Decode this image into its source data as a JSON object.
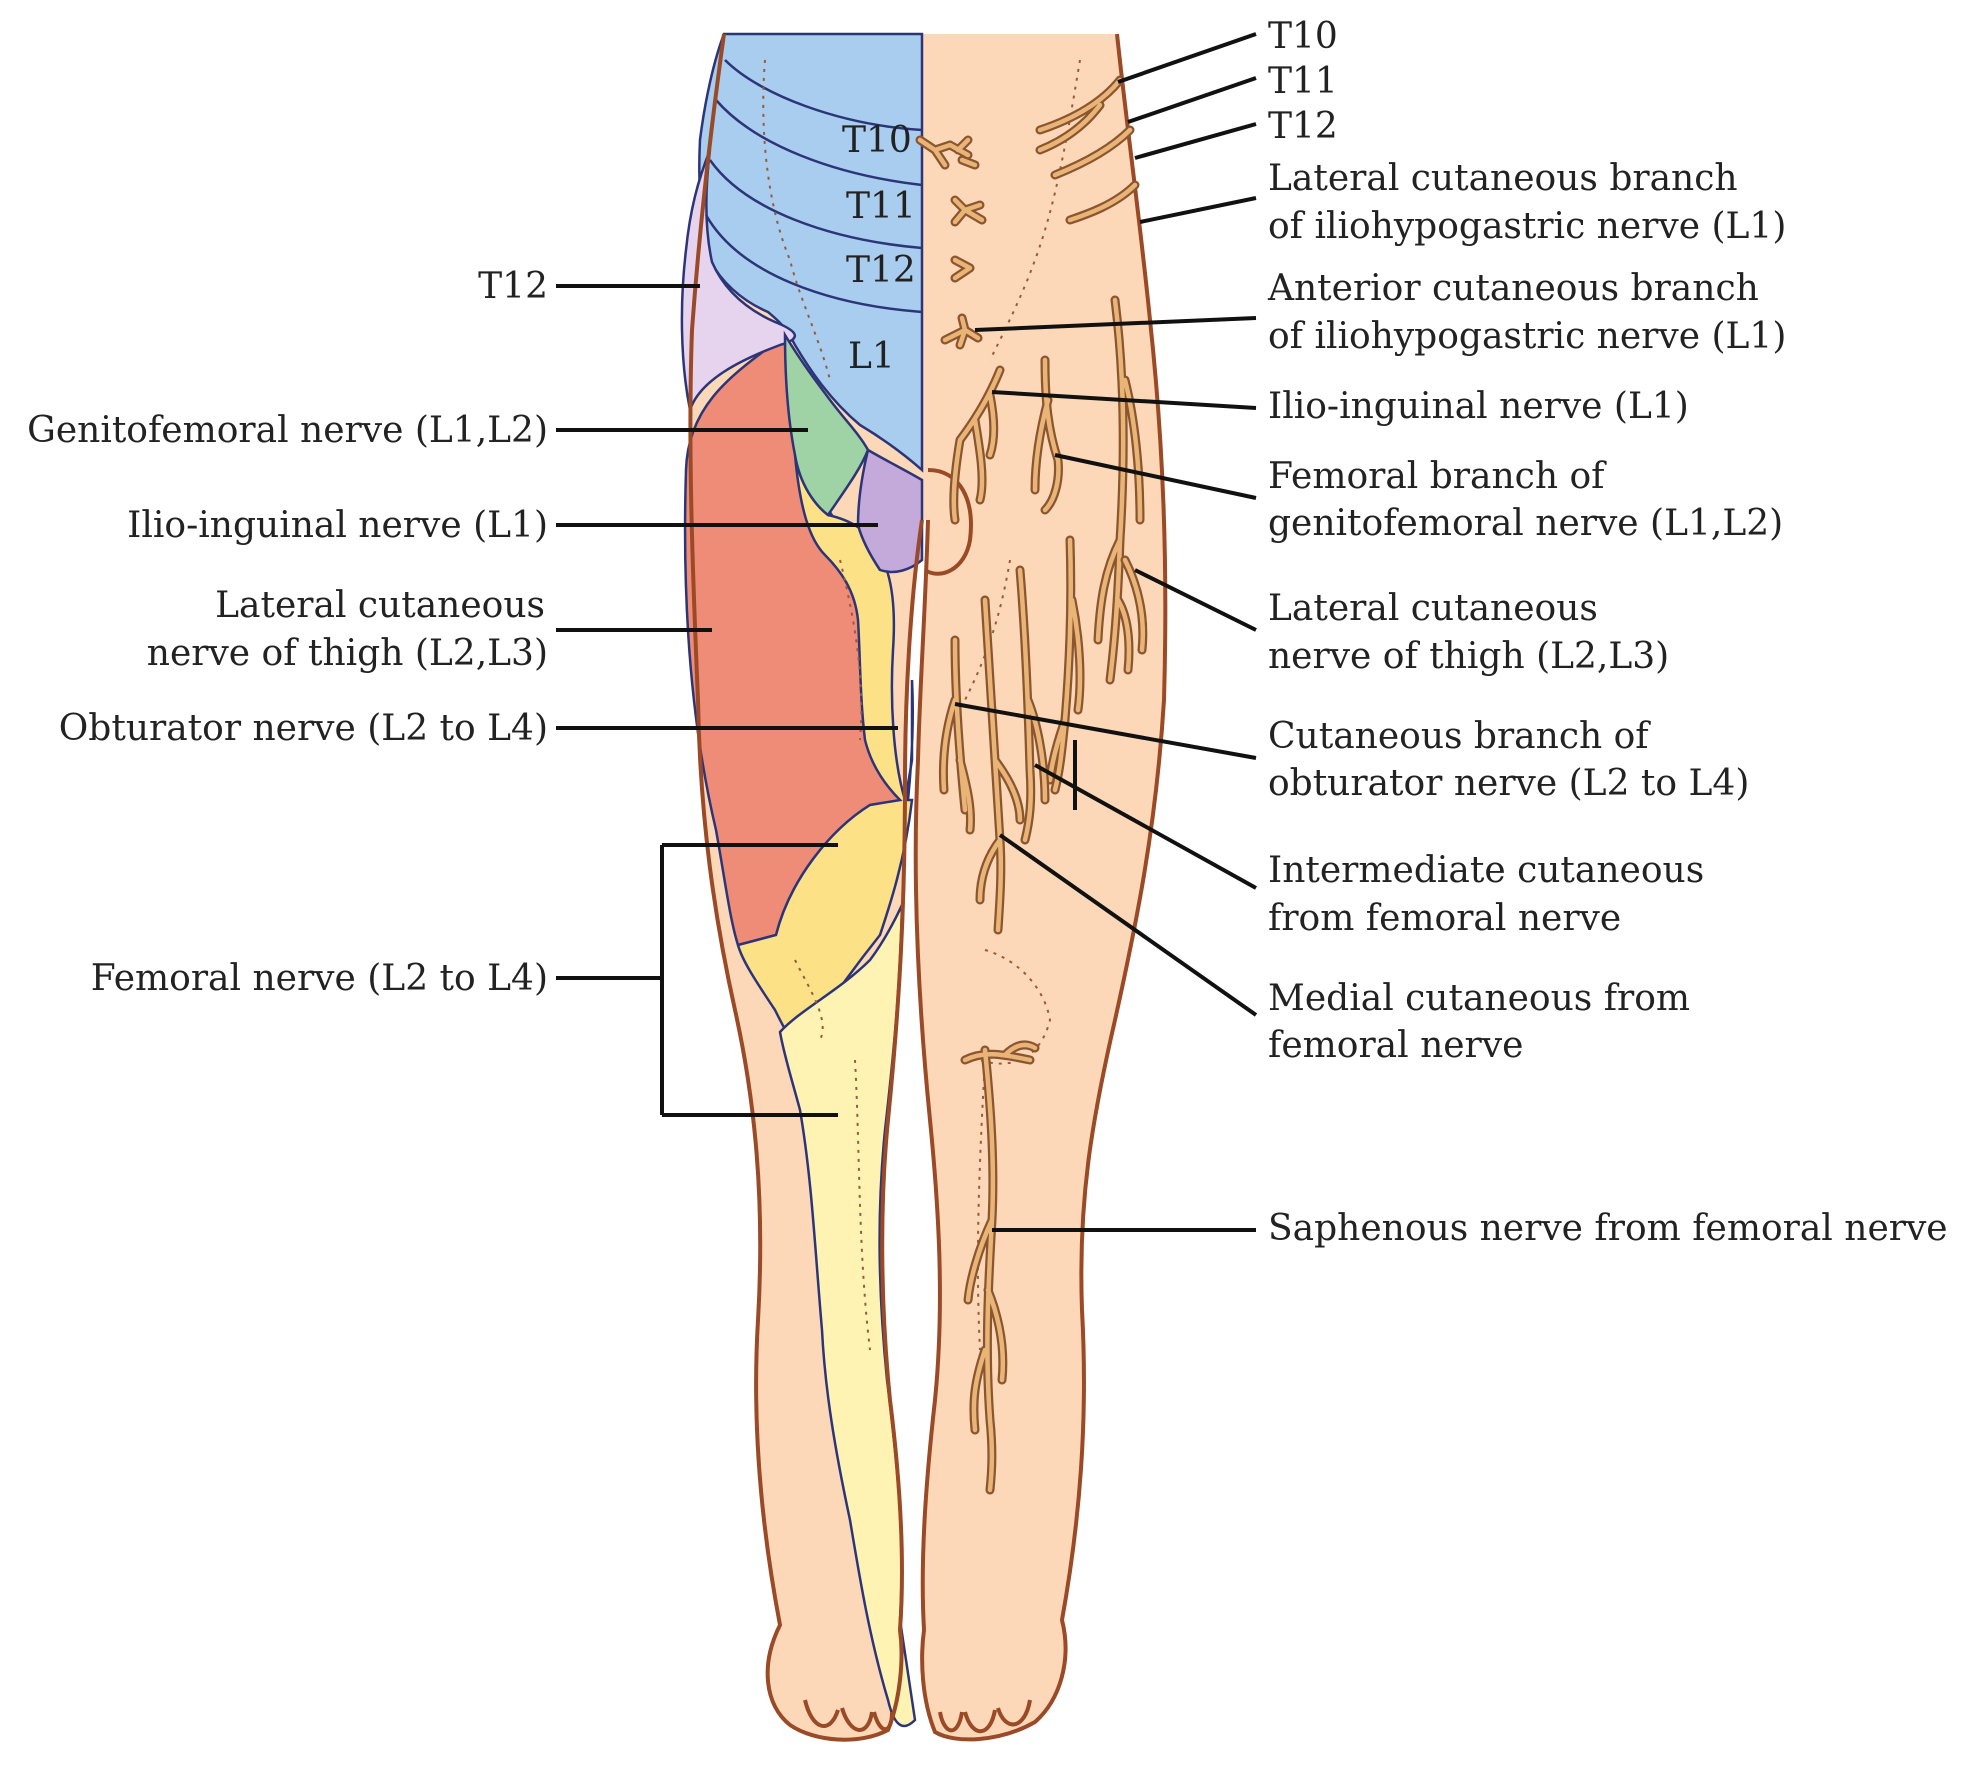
{
  "colors": {
    "skin": "#fcd8b8",
    "skin_outline": "#9a4a26",
    "thoracic_zone": "#a9cdef",
    "t12_zone": "#e6d3ee",
    "genitofemoral_zone": "#9fd3a5",
    "ilioinguinal_zone": "#c4a9db",
    "lateral_cutaneous_zone": "#ef8c78",
    "femoral_zone": "#fde186",
    "saphenous_zone": "#fff3b4",
    "nerve": "#d9a062",
    "label_text": "#222222",
    "leader_line": "#111111"
  },
  "diagram": {
    "inner_labels": {
      "t10": "T10",
      "t11": "T11",
      "t12": "T12",
      "l1": "L1"
    },
    "left_labels": {
      "t12": "T12",
      "genitofemoral": "Genitofemoral nerve (L1,L2)",
      "ilioinguinal": "Ilio-inguinal nerve (L1)",
      "lateral_cutaneous_line1": "Lateral cutaneous",
      "lateral_cutaneous_line2": "nerve of thigh (L2,L3)",
      "obturator": "Obturator nerve (L2 to L4)",
      "femoral": "Femoral nerve (L2 to L4)"
    },
    "right_labels": {
      "t10": "T10",
      "t11": "T11",
      "t12": "T12",
      "lat_iliohypogastric_line1": "Lateral cutaneous branch",
      "lat_iliohypogastric_line2": "of iliohypogastric nerve (L1)",
      "ant_iliohypogastric_line1": "Anterior cutaneous branch",
      "ant_iliohypogastric_line2": "of iliohypogastric nerve (L1)",
      "ilioinguinal": "Ilio-inguinal nerve (L1)",
      "femoral_branch_line1": "Femoral branch of",
      "femoral_branch_line2": "genitofemoral nerve (L1,L2)",
      "lateral_cutaneous_line1": "Lateral cutaneous",
      "lateral_cutaneous_line2": "nerve of thigh (L2,L3)",
      "obturator_branch_line1": "Cutaneous branch of",
      "obturator_branch_line2": "obturator nerve (L2 to L4)",
      "intermediate_line1": "Intermediate cutaneous",
      "intermediate_line2": "from femoral nerve",
      "medial_line1": "Medial cutaneous from",
      "medial_line2": "femoral nerve",
      "saphenous": "Saphenous nerve from femoral nerve"
    }
  }
}
